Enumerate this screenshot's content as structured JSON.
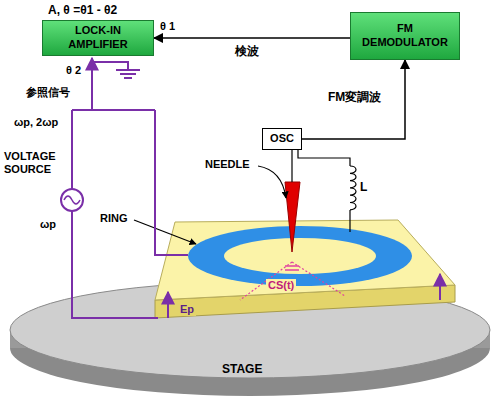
{
  "diagram": {
    "nodes": [
      {
        "text": [
          "LOCK-IN AMPLIFIER"
        ]
      },
      {
        "text": [
          "FM DEMODULATOR"
        ]
      },
      {
        "text": [
          "OSC"
        ]
      }
    ],
    "edges": [
      {
        "from": 1,
        "to": 0,
        "arrow": "to"
      },
      {
        "from": 2,
        "to": 1,
        "arrow": "to"
      }
    ],
    "labels": [
      "A, θ =θ1 - θ2",
      "θ 1",
      "検波",
      "FM変調波",
      "θ 2",
      "参照信号",
      "ωp, 2ωp",
      "VOLTAGE SOURCE",
      "ωp",
      "NEEDLE",
      "RING",
      "L",
      "Ep",
      "CS(t)",
      "STAGE"
    ]
  }
}
